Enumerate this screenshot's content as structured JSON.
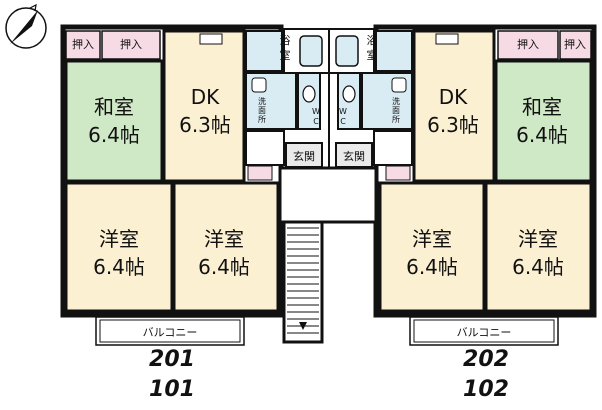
{
  "units": [
    {
      "upper": "201",
      "lower": "101",
      "rooms": {
        "washitsu": [
          "和室",
          "6.4帖"
        ],
        "dk": [
          "DK",
          "6.3帖"
        ],
        "yoshitsu_a": [
          "洋室",
          "6.4帖"
        ],
        "yoshitsu_b": [
          "洋室",
          "6.4帖"
        ]
      },
      "oshiire": [
        "押入",
        "押入"
      ],
      "bath": [
        "浴",
        "室"
      ],
      "wash": [
        "洗",
        "面",
        "所"
      ],
      "wc": [
        "W",
        "C"
      ],
      "entrance": "玄関",
      "balcony": "バルコニー"
    },
    {
      "upper": "202",
      "lower": "102",
      "rooms": {
        "washitsu": [
          "和室",
          "6.4帖"
        ],
        "dk": [
          "DK",
          "6.3帖"
        ],
        "yoshitsu_a": [
          "洋室",
          "6.4帖"
        ],
        "yoshitsu_b": [
          "洋室",
          "6.4帖"
        ]
      },
      "oshiire": [
        "押入",
        "押入"
      ],
      "bath": [
        "浴",
        "室"
      ],
      "wash": [
        "洗",
        "面",
        "所"
      ],
      "wc": [
        "W",
        "C"
      ],
      "entrance": "玄関",
      "balcony": "バルコニー"
    }
  ],
  "colors": {
    "wall": "#111111",
    "washitsu": "#cfe8c6",
    "dk": "#fbf0d2",
    "yoshitsu": "#fbf0d2",
    "wet": "#d9ecf4",
    "entrance": "#eaeaea",
    "pink": "#f6dbe4"
  }
}
